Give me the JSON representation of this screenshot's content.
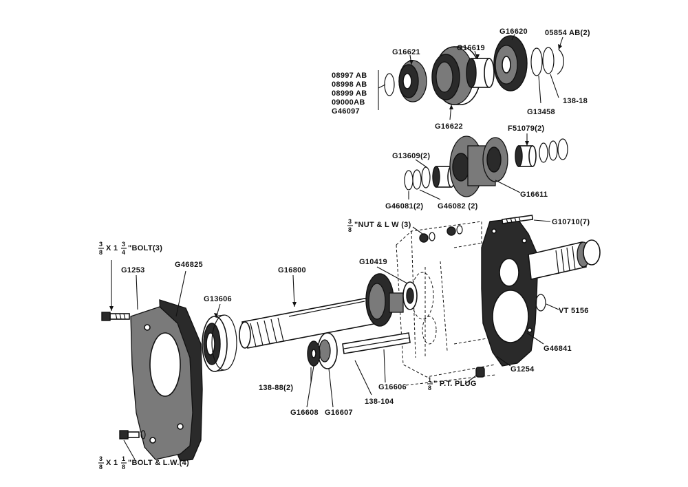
{
  "labels": {
    "g16621": "G16621",
    "g16619": "G16619",
    "g16620": "G16620",
    "p05854": "05854 AB(2)",
    "p08997": "08997 AB",
    "p08998": "08998 AB",
    "p08999": "08999 AB",
    "p09000": "09000AB",
    "g46097": "G46097",
    "p138_18": "138-18",
    "g13458": "G13458",
    "g16622": "G16622",
    "f51079": "F51079(2)",
    "g13609": "G13609(2)",
    "g16611": "G16611",
    "g46081": "G46081(2)",
    "g46082": "G46082 (2)",
    "nut_a": "3",
    "nut_b": "8",
    "nut_c": "\"NUT & L W (3)",
    "g10710": "G10710(7)",
    "bolt1_a": "3",
    "bolt1_b": "8",
    "bolt1_c": "X 1",
    "bolt1_d": "3",
    "bolt1_e": "4",
    "bolt1_f": "\"BOLT(3)",
    "g1253": "G1253",
    "g46825": "G46825",
    "g16800": "G16800",
    "g10419": "G10419",
    "g13606": "G13606",
    "vt5156": "VT 5156",
    "g46841": "G46841",
    "g1254": "G1254",
    "p138_88": "138-88(2)",
    "g16606": "G16606",
    "plug_a": "1",
    "plug_b": "8",
    "plug_c": "\" P.T. PLUG",
    "g16608": "G16608",
    "g16607": "G16607",
    "p138_104": "138-104",
    "bolt2_a": "3",
    "bolt2_b": "8",
    "bolt2_c": "X 1",
    "bolt2_d": "1",
    "bolt2_e": "8",
    "bolt2_f": "\"BOLT & L.W.(4)"
  }
}
